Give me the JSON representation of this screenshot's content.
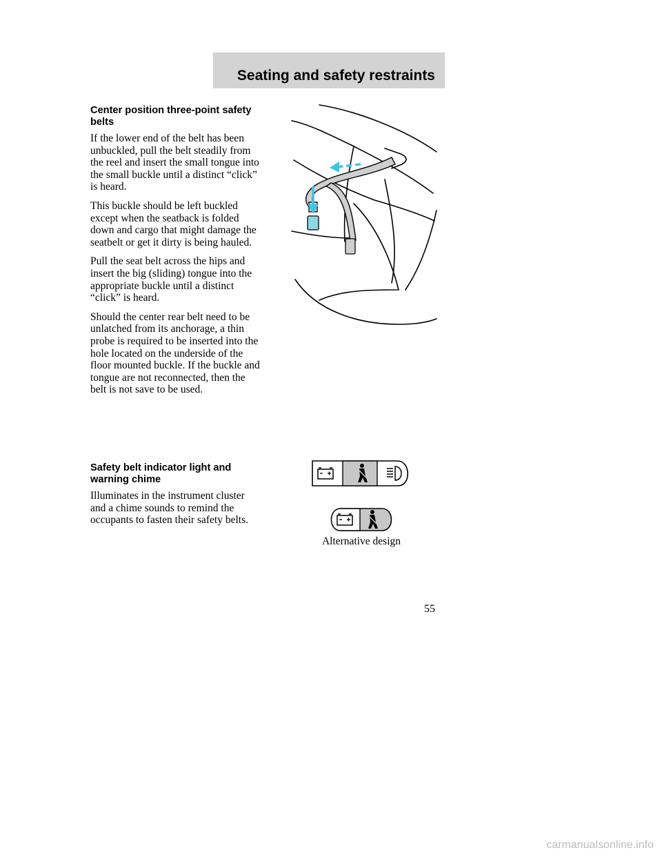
{
  "header": {
    "title": "Seating and safety restraints"
  },
  "section1": {
    "heading": "Center position three-point safety belts",
    "paragraphs": [
      "If the lower end of the belt has been unbuckled, pull the belt steadily from the reel and insert the small tongue into the small buckle until a distinct “click” is heard.",
      "This buckle should be left buckled except when the seatback is folded down and cargo that might damage the seatbelt or get it dirty is being hauled.",
      "Pull the seat belt across the hips and insert the big (sliding) tongue into the appropriate buckle until a distinct “click” is heard.",
      "Should the center rear belt need to be unlatched from its anchorage, a thin probe is required to be inserted into the hole located on the underside of the floor mounted buckle. If the buckle and tongue are not reconnected, then the belt is not save to be used."
    ]
  },
  "section2": {
    "heading": "Safety belt indicator light and warning chime",
    "paragraphs": [
      "Illuminates in the instrument cluster and a chime sounds to remind the occupants to fasten their safety belts."
    ]
  },
  "figure2": {
    "icons": [
      "battery-icon",
      "seatbelt-icon",
      "headlamp-icon"
    ],
    "alt_icons": [
      "battery-icon",
      "seatbelt-icon"
    ],
    "caption": "Alternative design"
  },
  "page_number": "55",
  "watermark": "carmanualsonline.info"
}
